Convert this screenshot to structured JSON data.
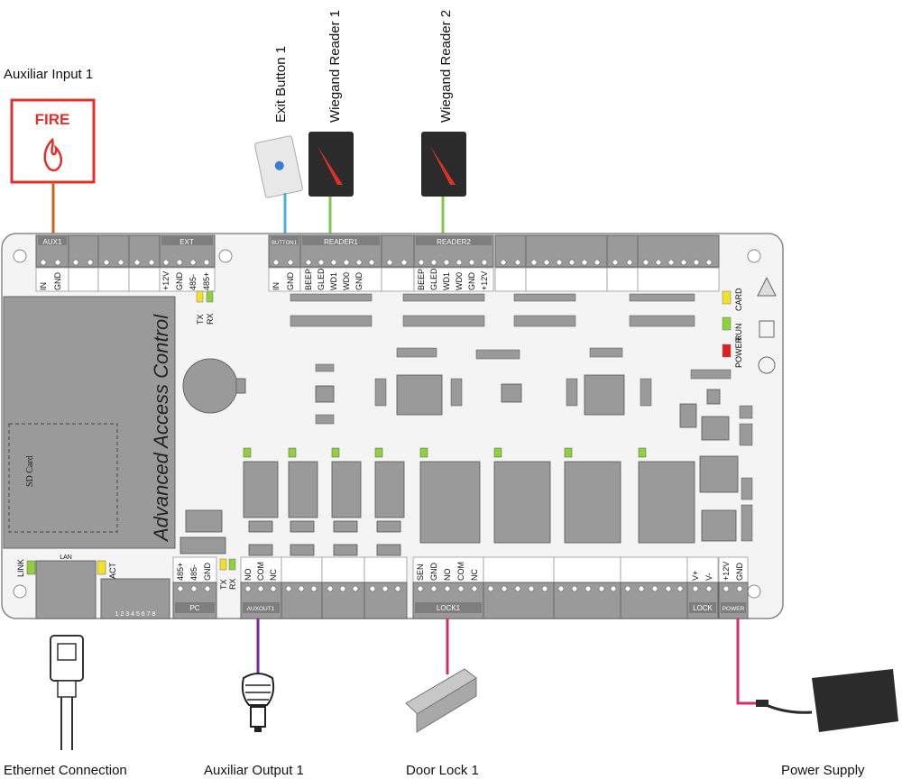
{
  "labels": {
    "aux_input": "Auxiliar Input 1",
    "fire": "FIRE",
    "exit_button": "Exit Button 1",
    "wiegand1": "Wiegand Reader 1",
    "wiegand2": "Wiegand Reader 2",
    "ethernet": "Ethernet Connection",
    "aux_output": "Auxiliar Output 1",
    "door_lock": "Door Lock 1",
    "power_supply": "Power Supply",
    "board_title": "Advanced Access Control",
    "sd_card": "SD Card"
  },
  "top_connectors": {
    "aux1": "AUX1",
    "ext": "EXT",
    "button1": "BUTTON1",
    "reader1": "READER1",
    "reader2": "READER2"
  },
  "bottom_connectors": {
    "pc": "PC",
    "auxout1": "AUXOUT1",
    "lock1": "LOCK1",
    "lock": "LOCK",
    "power": "POWER",
    "lan": "LAN"
  },
  "pins": {
    "aux_in": "IN",
    "aux_gnd": "GND",
    "ext_12v": "+12V",
    "ext_gnd": "GND",
    "ext_485m": "485-",
    "ext_485p": "485+",
    "tx": "TX",
    "rx": "RX",
    "btn_in": "IN",
    "btn_gnd": "GND",
    "r1_beep": "BEEP",
    "r1_gled": "GLED",
    "r1_wd1": "WD1",
    "r1_wd0": "WD0",
    "r1_gnd": "GND",
    "r2_beep": "BEEP",
    "r2_gled": "GLED",
    "r2_wd1": "WD1",
    "r2_wd0": "WD0",
    "r2_gnd": "GND",
    "r2_12v": "+12V",
    "pc_485p": "485+",
    "pc_485m": "485-",
    "pc_gnd": "GND",
    "pc_tx": "TX",
    "pc_rx": "RX",
    "aux_no": "NO",
    "aux_com": "COM",
    "aux_nc": "NC",
    "lk_sen": "SEN",
    "lk_gnd": "GND",
    "lk_no": "NO",
    "lk_com": "COM",
    "lk_nc": "NC",
    "lk_vp": "V+",
    "lk_vm": "V-",
    "pw_12v": "+12V",
    "pw_gnd": "GND",
    "link": "LINK",
    "act": "ACT",
    "led_card": "CARD",
    "led_run": "RUN",
    "led_power": "POWER"
  },
  "colors": {
    "fire_red": "#e0302a",
    "aux_wire": "#c8641e",
    "button_wire": "#4ab2d8",
    "reader_wire": "#7ccb4a",
    "auxout_wire": "#7a2a9a",
    "lock_wire": "#d0306a",
    "power_wire": "#d0306a",
    "led_yellow": "#f2e02a",
    "led_green": "#8fd13a",
    "led_red": "#e02020"
  },
  "dip_numbers": "1 2 3 4 5 6 7 8"
}
